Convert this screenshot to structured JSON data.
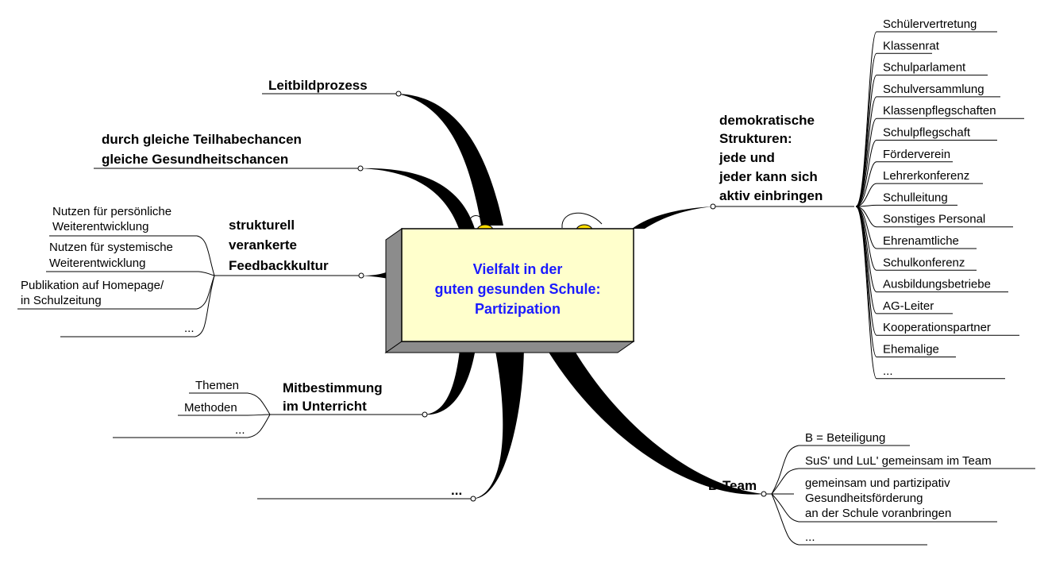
{
  "center": {
    "lines": [
      "Vielfalt in der",
      "guten gesunden Schule:",
      "Partizipation"
    ],
    "colors": {
      "text": "#1a1aff",
      "box": "#ffffcc",
      "shadow": "#8c8c8c",
      "lamp": "#ffdd00"
    }
  },
  "branches": {
    "leitbild": {
      "label": "Leitbildprozess"
    },
    "teilhabe": {
      "lines": [
        "durch gleiche Teilhabechancen",
        "gleiche Gesundheitschancen"
      ]
    },
    "feedback": {
      "lines": [
        "strukturell",
        "verankerte",
        "Feedbackkultur"
      ],
      "children": [
        [
          "Nutzen für persönliche",
          "Weiterentwicklung"
        ],
        [
          "Nutzen für systemische",
          "Weiterentwicklung"
        ],
        [
          "Publikation auf Homepage/",
          "in Schulzeitung"
        ],
        [
          "..."
        ]
      ]
    },
    "mitbestimmung": {
      "lines": [
        "Mitbestimmung",
        "im Unterricht"
      ],
      "children": [
        "Themen",
        "Methoden",
        "..."
      ]
    },
    "more": {
      "label": "..."
    },
    "bteam": {
      "label": "B-Team",
      "children": [
        [
          "B = Beteiligung"
        ],
        [
          "SuS' und LuL' gemeinsam im Team"
        ],
        [
          "gemeinsam und partizipativ",
          "Gesundheitsförderung",
          "an der Schule voranbringen"
        ],
        [
          "..."
        ]
      ]
    },
    "demokratie": {
      "lines": [
        "demokratische",
        "Strukturen:",
        "jede und",
        "jeder kann sich",
        "aktiv einbringen"
      ],
      "children": [
        "Schülervertretung",
        "Klassenrat",
        "Schulparlament",
        "Schulversammlung",
        "Klassenpflegschaften",
        "Schulpflegschaft",
        "Förderverein",
        "Lehrerkonferenz",
        "Schulleitung",
        "Sonstiges Personal",
        "Ehrenamtliche",
        "Schulkonferenz",
        "Ausbildungsbetriebe",
        "AG-Leiter",
        "Kooperationspartner",
        "Ehemalige",
        "..."
      ]
    }
  }
}
